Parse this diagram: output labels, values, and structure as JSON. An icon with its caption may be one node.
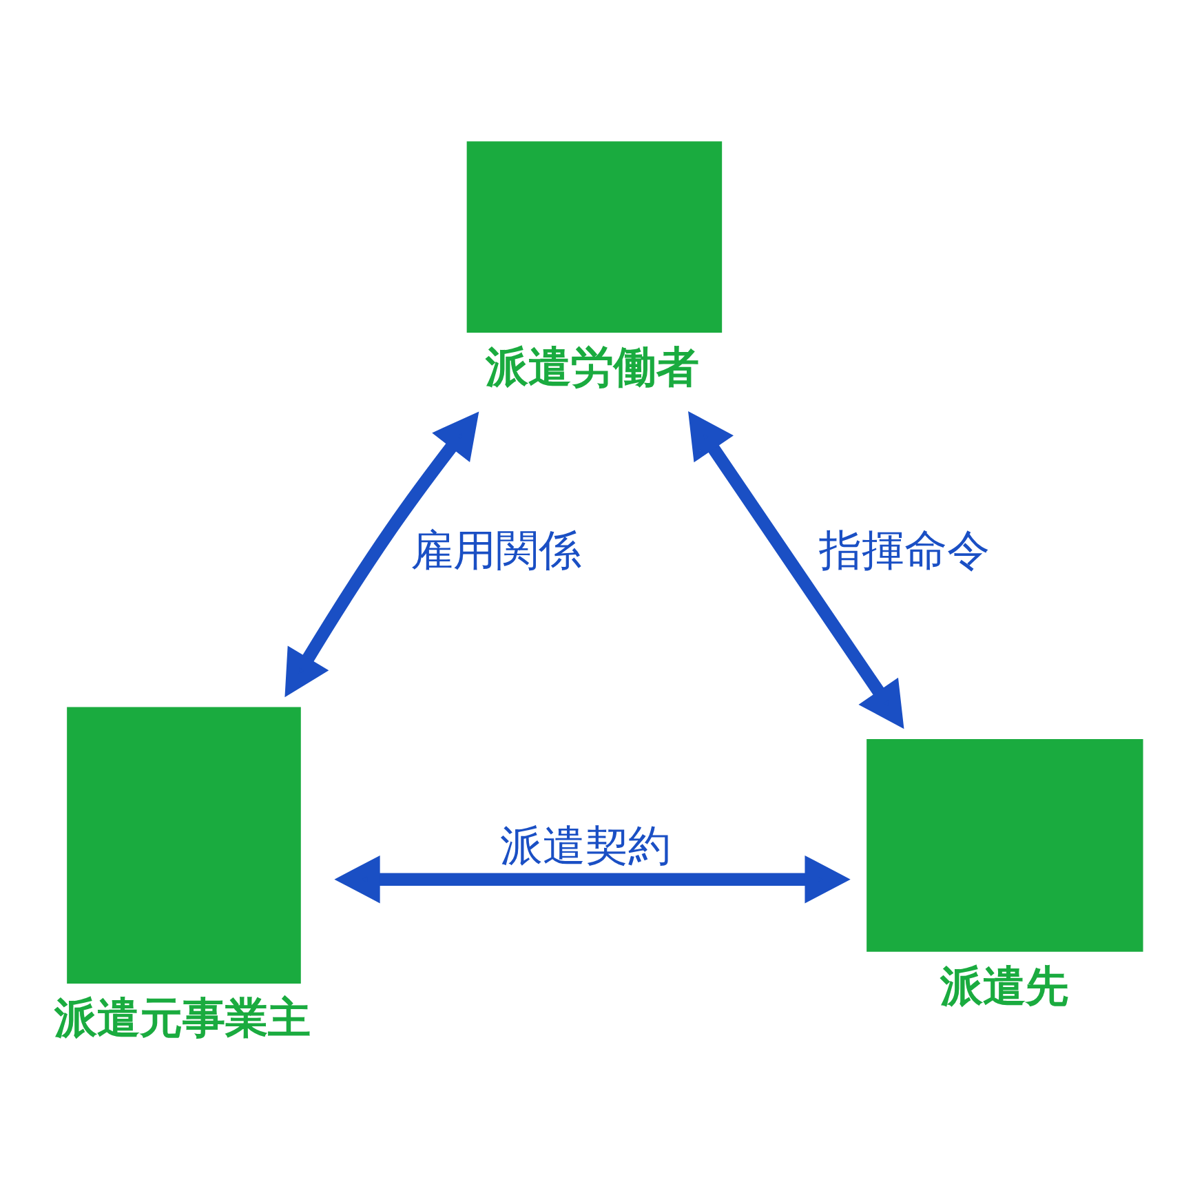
{
  "diagram": {
    "nodes": [
      {
        "text": [
          "派遣労働者"
        ]
      },
      {
        "text": [
          "派遣元事業主"
        ]
      },
      {
        "text": [
          "派遣先"
        ]
      }
    ],
    "edges": [
      {
        "from": 0,
        "to": 1,
        "arrow": "both",
        "label": "雇用関係"
      },
      {
        "from": 0,
        "to": 2,
        "arrow": "both",
        "label": "指揮命令"
      },
      {
        "from": 1,
        "to": 2,
        "arrow": "both",
        "label": "派遣契約"
      }
    ]
  }
}
